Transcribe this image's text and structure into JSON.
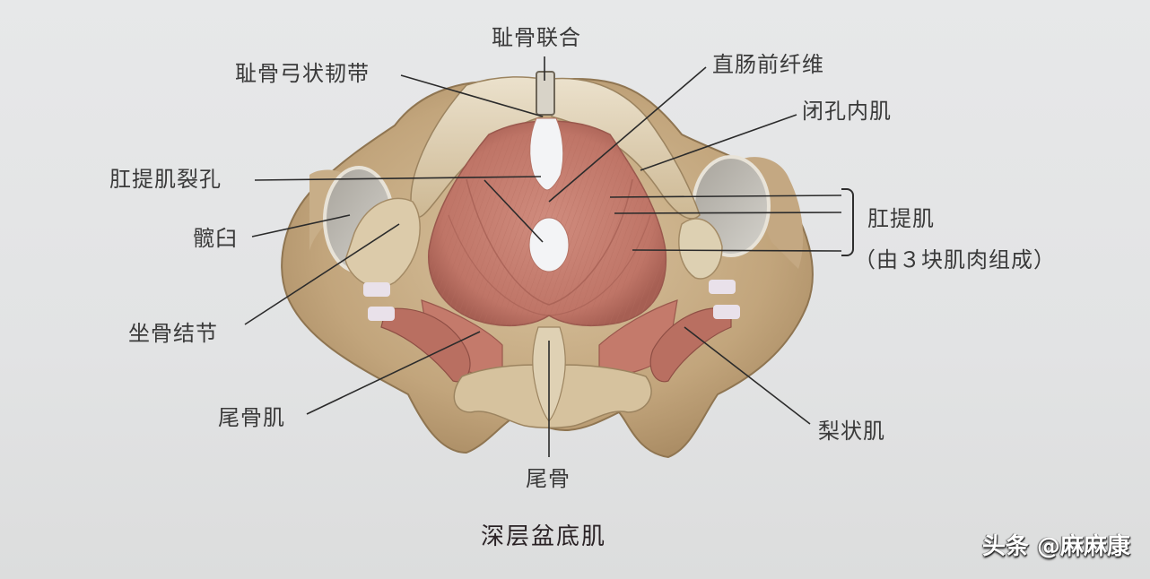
{
  "diagram": {
    "title": "深层盆底肌",
    "background_color": "#e4e5e6",
    "colors": {
      "bone": "#c9b08a",
      "bone_light": "#e3d6bd",
      "bone_dark": "#9c7f5a",
      "muscle": "#c67d6f",
      "muscle_dark": "#a85e52",
      "ligament": "#e9e1e8",
      "leader_line": "#2b2b2b"
    },
    "labels": {
      "pubic_symphysis": "耻骨联合",
      "arcuate_pubic_ligament": "耻骨弓状韧带",
      "prerectal_fibers": "直肠前纤维",
      "obturator_internus": "闭孔内肌",
      "levator_hiatus": "肛提肌裂孔",
      "acetabulum": "髋臼",
      "ischial_tuberosity": "坐骨结节",
      "levator_ani": "肛提肌",
      "levator_ani_note": "（由３块肌肉组成）",
      "coccygeus": "尾骨肌",
      "coccyx": "尾骨",
      "piriformis": "梨状肌"
    },
    "watermark": "头条 @麻麻康"
  }
}
